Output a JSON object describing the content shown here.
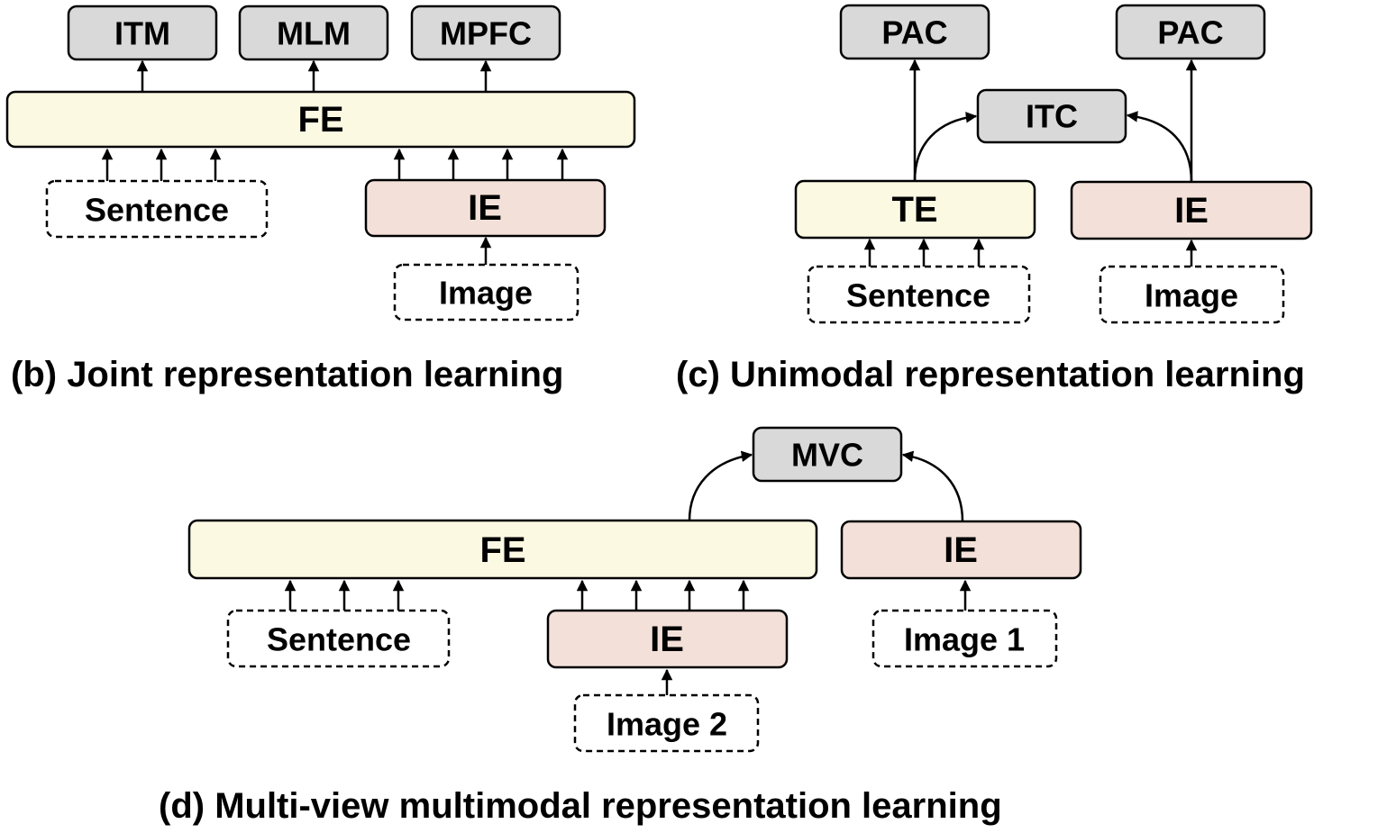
{
  "panel_b": {
    "objectives": [
      "ITM",
      "MLM",
      "MPFC"
    ],
    "fusion_encoder": "FE",
    "sentence": "Sentence",
    "image_encoder": "IE",
    "image": "Image",
    "caption": "(b) Joint representation learning"
  },
  "panel_c": {
    "pac_left": "PAC",
    "pac_right": "PAC",
    "itc": "ITC",
    "text_encoder": "TE",
    "image_encoder": "IE",
    "sentence": "Sentence",
    "image": "Image",
    "caption": "(c) Unimodal representation learning"
  },
  "panel_d": {
    "mvc": "MVC",
    "fusion_encoder": "FE",
    "image_encoder_right": "IE",
    "sentence": "Sentence",
    "image_encoder_inner": "IE",
    "image_1": "Image 1",
    "image_2": "Image 2",
    "caption": "(d) Multi-view multimodal representation learning"
  },
  "colors": {
    "objective_fill": "#d9d9d9",
    "fusion_text_fill": "#fbf9e2",
    "image_encoder_fill": "#f3e1d9",
    "input_fill": "#ffffff"
  }
}
